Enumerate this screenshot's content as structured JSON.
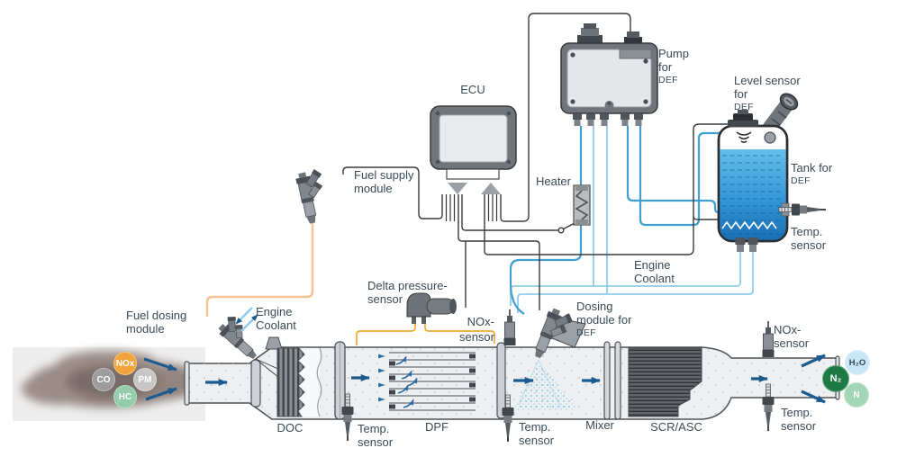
{
  "labels": {
    "ecu": "ECU",
    "pump_l1": "Pump",
    "for": "for ",
    "def": "DEF",
    "level_l1": "Level sensor",
    "tank_l1": "Tank for",
    "heater": "Heater",
    "fuel_supply_l1": "Fuel supply",
    "module": "module",
    "fuel_dosing_l1": "Fuel dosing",
    "engine": "Engine",
    "coolant": "Coolant",
    "delta_l1": "Delta pressure-",
    "sensor": "sensor",
    "nox": "NOx-",
    "temp": "Temp.",
    "dosing_l1": "Dosing",
    "dosing_l2": "module for",
    "doc": "DOC",
    "dpf": "DPF",
    "mixer": "Mixer",
    "scr": "SCR/ASC"
  },
  "molecules": {
    "nox": "NOx",
    "co": "CO",
    "pm": "PM",
    "hc": "HC",
    "h2o": "H₂O",
    "n2": "N₂",
    "n": "N"
  },
  "colors": {
    "def_line": "#3FA0D0",
    "coolant_line": "#8FCBEA",
    "wire": "#3A3A3A",
    "sensor_line": "#F5A733",
    "fuel_line": "#F6C291",
    "arrow": "#1D5B8E",
    "text": "#3A4A57",
    "tank_liquid": "#2F93D4",
    "nox_badge": "#F2A33C",
    "co_badge": "#9C9C9C",
    "pm_badge": "#C6C6C6",
    "hc_badge": "#92CCA9",
    "h2o_badge": "#C9E7F6",
    "n2_badge": "#1E7A44",
    "n_badge": "#A3D6B6"
  }
}
